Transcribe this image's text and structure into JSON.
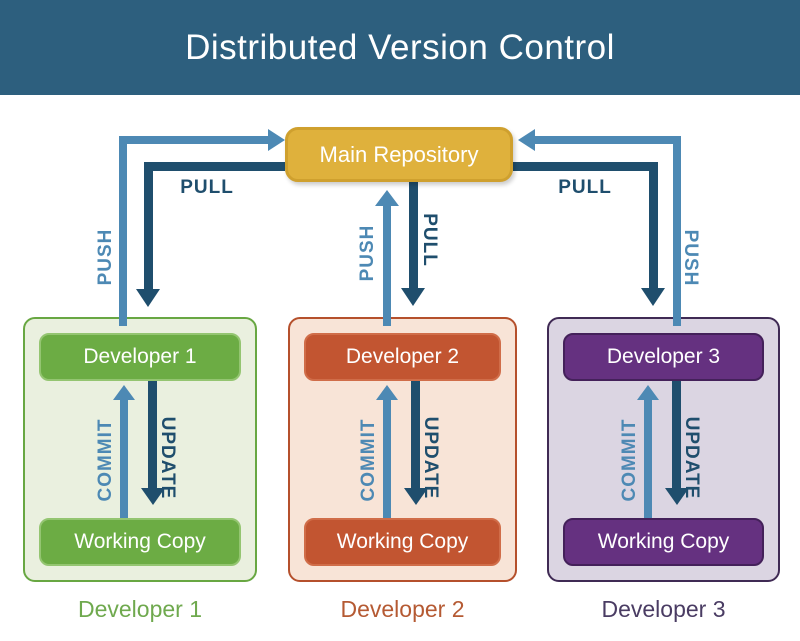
{
  "header": {
    "title": "Distributed Version Control"
  },
  "repository": {
    "label": "Main Repository"
  },
  "arrows": {
    "push_label": "PUSH",
    "pull_label": "PULL",
    "commit_label": "COMMIT",
    "update_label": "UPDATE"
  },
  "developers": [
    {
      "box_label": "Developer 1",
      "working_copy_label": "Working Copy",
      "caption": "Developer 1"
    },
    {
      "box_label": "Developer 2",
      "working_copy_label": "Working Copy",
      "caption": "Developer 2"
    },
    {
      "box_label": "Developer 3",
      "working_copy_label": "Working Copy",
      "caption": "Developer 3"
    }
  ],
  "colors": {
    "header-bg": "#2d5f7e",
    "title-text": "#ffffff",
    "canvas-bg": "#ffffff",
    "push-blue": "#4d89b4",
    "pull-navy": "#1f4e6d",
    "repo-fill": "#dfb13c",
    "repo-border": "#cfa02e",
    "node-text": "#ffffff",
    "panel1-bg": "#eaf0df",
    "panel1-border": "#68a742",
    "box1-fill": "#6cac44",
    "box1-border": "#94c571",
    "caption1-text": "#6fa94e",
    "panel2-bg": "#f8e4d7",
    "panel2-border": "#b5502c",
    "box2-fill": "#c25531",
    "box2-border": "#d06d49",
    "caption2-text": "#b55a33",
    "panel3-bg": "#dbd5e2",
    "panel3-border": "#3f2a54",
    "box3-fill": "#653180",
    "box3-border": "#44215a",
    "caption3-text": "#4a3c63"
  }
}
